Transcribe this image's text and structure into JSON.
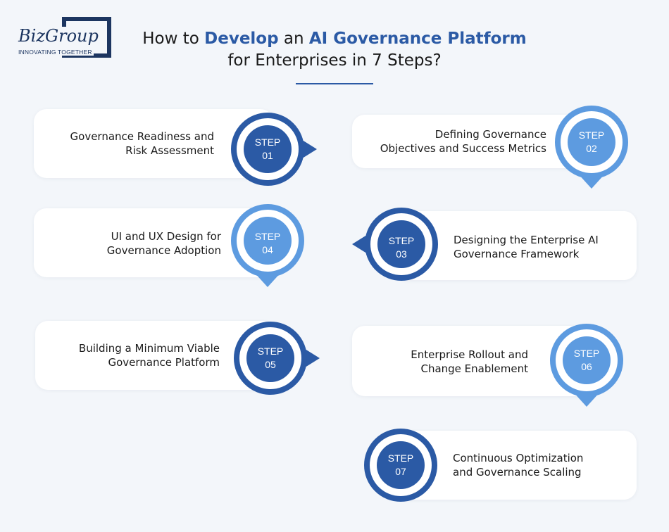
{
  "logo": {
    "name": "BizGroup",
    "tagline": "INNOVATING TOGETHER"
  },
  "title": {
    "line1_pre": "How to ",
    "line1_hl1": "Develop",
    "line1_mid": " an ",
    "line1_hl2": "AI Governance Platform",
    "line2": "for Enterprises in 7 Steps?"
  },
  "colors": {
    "dark_blue": "#2b5aa5",
    "light_blue": "#5d9be0",
    "accent": "#2b5aa5"
  },
  "steps": [
    {
      "step_label": "STEP",
      "number": "01",
      "title_lines": [
        "Governance Readiness and",
        "Risk Assessment"
      ]
    },
    {
      "step_label": "STEP",
      "number": "02",
      "title_lines": [
        "Defining Governance",
        "Objectives and Success Metrics"
      ]
    },
    {
      "step_label": "STEP",
      "number": "03",
      "title_lines": [
        "Designing the Enterprise AI",
        "Governance Framework"
      ]
    },
    {
      "step_label": "STEP",
      "number": "04",
      "title_lines": [
        "UI and UX Design for",
        "Governance Adoption"
      ]
    },
    {
      "step_label": "STEP",
      "number": "05",
      "title_lines": [
        "Building a Minimum Viable",
        "Governance Platform"
      ]
    },
    {
      "step_label": "STEP",
      "number": "06",
      "title_lines": [
        "Enterprise Rollout and",
        "Change Enablement"
      ]
    },
    {
      "step_label": "STEP",
      "number": "07",
      "title_lines": [
        "Continuous Optimization",
        "and Governance Scaling"
      ]
    }
  ]
}
